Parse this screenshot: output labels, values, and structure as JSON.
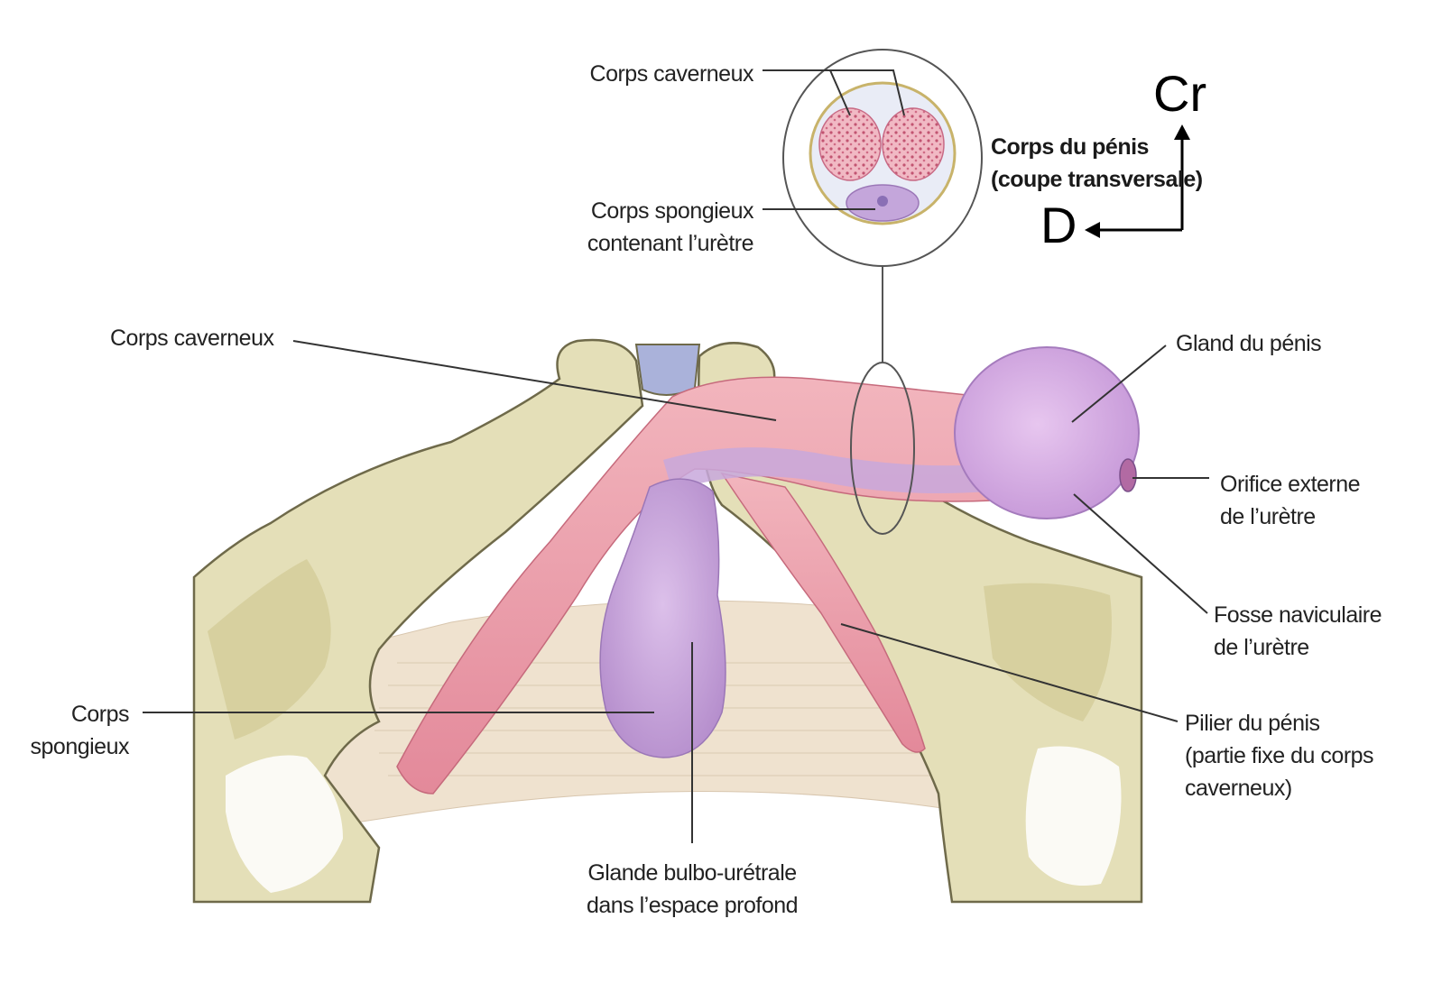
{
  "labels": {
    "corps_caverneux_top": "Corps caverneux",
    "corps_spongieux_top": [
      "Corps spongieux",
      "contenant l’urètre"
    ],
    "coupe_title": [
      "Corps du pénis",
      "(coupe transversale)"
    ],
    "corps_caverneux_left": "Corps caverneux",
    "gland": "Gland du pénis",
    "orifice": [
      "Orifice externe",
      "de l’urètre"
    ],
    "fosse": [
      "Fosse naviculaire",
      "de l’urètre"
    ],
    "pilier": [
      "Pilier du pénis",
      "(partie fixe du corps",
      "caverneux)"
    ],
    "corps_spongieux_left": [
      "Corps",
      "spongieux"
    ],
    "glande": [
      "Glande bulbo-urétrale",
      "dans l’espace profond"
    ]
  },
  "orientation": {
    "cranial": "Cr",
    "dorsal": "D"
  },
  "colors": {
    "bone": "#e4dfb8",
    "bone_outline": "#6f6a4a",
    "cavernous": "#ec9eaa",
    "spongy": "#c8a8dc",
    "glans": "#d9b0e6",
    "membrane": "#efe2cf",
    "leader": "#333333"
  }
}
